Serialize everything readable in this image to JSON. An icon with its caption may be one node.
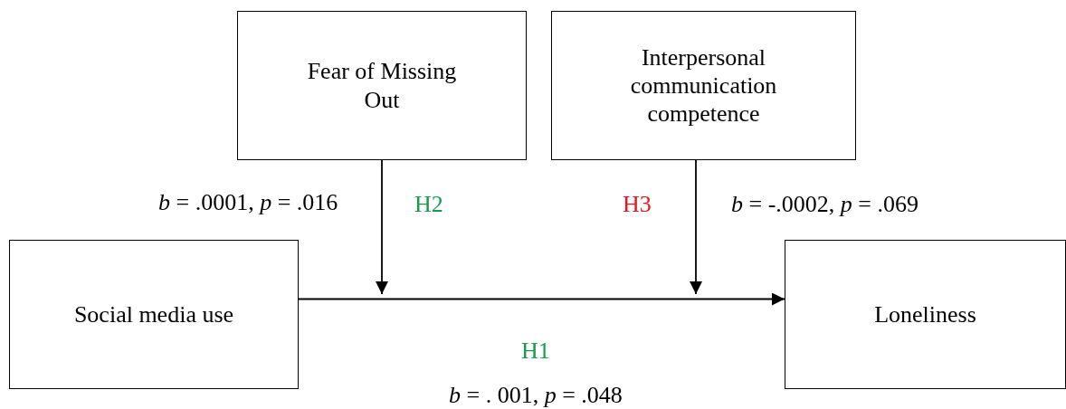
{
  "diagram": {
    "nodes": [
      {
        "text": [
          "Fear of Missing Out"
        ]
      },
      {
        "text": [
          "Interpersonal communication competence"
        ]
      },
      {
        "text": [
          "Social media use"
        ]
      },
      {
        "text": [
          "Loneliness"
        ]
      }
    ],
    "edges": [
      {
        "from": 2,
        "to": 3,
        "arrow": "to",
        "label": "H1"
      },
      {
        "from": 0,
        "to": null,
        "arrow": "to",
        "label": "H2"
      },
      {
        "from": 1,
        "to": null,
        "arrow": "to",
        "label": "H3"
      }
    ],
    "labels": [
      "*b* = .0001, *p* = .016",
      "*b* = -.0002, *p* = .069",
      "*b* = . 001, *p* = .048"
    ]
  }
}
